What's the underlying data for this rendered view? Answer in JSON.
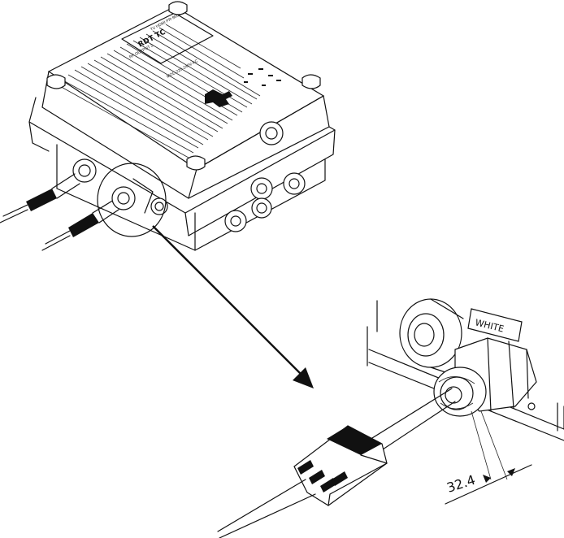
{
  "device": {
    "brand": "RDT TC",
    "label_lines": [
      "TV HDMI PR-9500T",
      "RF OUTPUT 2",
      "MOD 220-240V AC"
    ]
  },
  "detail": {
    "tag_text": "WHITE",
    "dimension_text": "32.4"
  }
}
